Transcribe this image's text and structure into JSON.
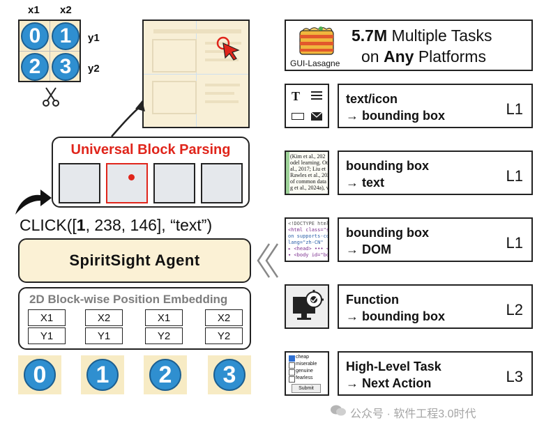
{
  "grid": {
    "col1": "x1",
    "col2": "x2",
    "row1": "y1",
    "row2": "y2",
    "digits": [
      "0",
      "1",
      "2",
      "3"
    ]
  },
  "parsing": {
    "title": "Universal Block Parsing"
  },
  "action": {
    "prefix": "CLICK([",
    "index": "1",
    "suffix": ", 238, 146], “text”)"
  },
  "agent": {
    "title": "SpiritSight Agent"
  },
  "embedding": {
    "title": "2D Block-wise Position Embedding",
    "pairs": [
      [
        "X1",
        "Y1"
      ],
      [
        "X2",
        "Y1"
      ],
      [
        "X1",
        "Y2"
      ],
      [
        "X2",
        "Y2"
      ]
    ]
  },
  "tiles": [
    "0",
    "1",
    "2",
    "3"
  ],
  "header": {
    "logo_label": "GUI-Lasagne",
    "line1_bold": "5.7M",
    "line1_rest": " Multiple Tasks",
    "line2_pre": "on ",
    "line2_bold": "Any",
    "line2_post": " Platforms"
  },
  "tasks": [
    {
      "line1": "text/icon",
      "line2": "→ bounding box",
      "level": "L1"
    },
    {
      "line1": "bounding box",
      "line2": "→ text",
      "level": "L1"
    },
    {
      "line1": "bounding box",
      "line2": "→ DOM",
      "level": "L1"
    },
    {
      "line1": "Function",
      "line2": "→ bounding box",
      "level": "L2"
    },
    {
      "line1": "High-Level Task",
      "line2": "→ Next Action",
      "level": "L3"
    }
  ],
  "thumbs": {
    "text_lines": [
      "(Kim et al., 202",
      "odel learning. Ot",
      "al., 2017; Liu et",
      "Rawles et al., 2023",
      "of common data",
      "g et al., 2024a), w"
    ],
    "code_lines": [
      "<!DOCTYPE html",
      "<html class=\"s",
      "on supports-co",
      "lang=\"zh-CN\"",
      "▸ <head> ••• </",
      "▾ <body id=\"bo"
    ],
    "form_options": [
      "cheap",
      "miserable",
      "genuine",
      "fearless"
    ],
    "form_submit": "Submit"
  },
  "watermark": {
    "text": "公众号 · 软件工程3.0时代"
  },
  "colors": {
    "accent_red": "#e0251b",
    "circle_blue": "#2f8fd0",
    "cream": "#fbf1d5",
    "dark": "#222222"
  }
}
